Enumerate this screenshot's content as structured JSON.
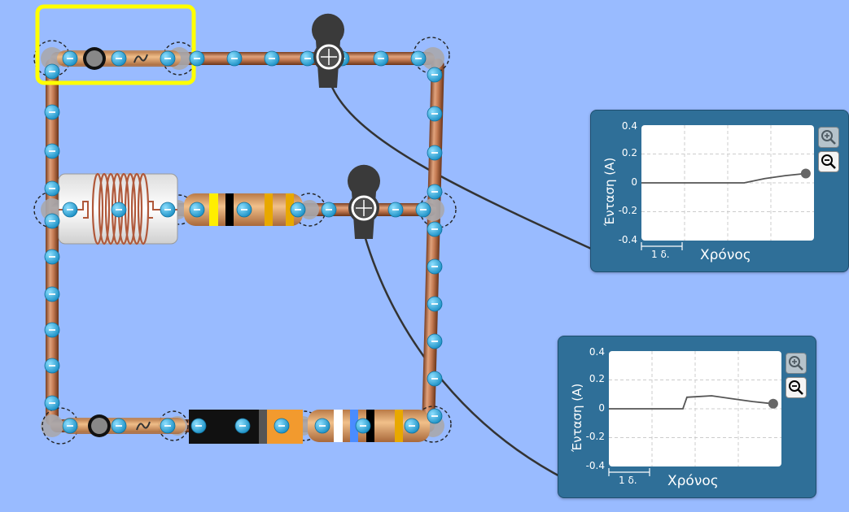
{
  "charts": [
    {
      "ylabel": "Ένταση (A)",
      "xlabel": "Χρόνος",
      "time_scale": "1 δ.",
      "yticks": [
        "0.4",
        "0.2",
        "0",
        "-0.2",
        "-0.4"
      ]
    },
    {
      "ylabel": "Ένταση (A)",
      "xlabel": "Χρόνος",
      "time_scale": "1 δ.",
      "yticks": [
        "0.4",
        "0.2",
        "0",
        "-0.2",
        "-0.4"
      ]
    }
  ],
  "chart_data": [
    {
      "type": "line",
      "ylim": [
        -0.4,
        0.4
      ],
      "grid": true,
      "series": [
        {
          "x": [
            0,
            1,
            2,
            2.5,
            3,
            3.5,
            4.0
          ],
          "values": [
            0,
            0,
            0,
            0,
            0.03,
            0.05,
            0.065
          ]
        }
      ]
    },
    {
      "type": "line",
      "ylim": [
        -0.4,
        0.4
      ],
      "grid": true,
      "series": [
        {
          "x": [
            0,
            1,
            1.8,
            1.9,
            2.5,
            3.0,
            3.5,
            4.0
          ],
          "values": [
            0,
            0,
            0,
            0.08,
            0.09,
            0.07,
            0.05,
            0.035
          ]
        }
      ]
    }
  ],
  "colors": {
    "background": "#99bbff",
    "wire": "#c07a55",
    "electron": "#2aa8d8",
    "selection": "#ffff00",
    "panel": "#2f6f98"
  }
}
